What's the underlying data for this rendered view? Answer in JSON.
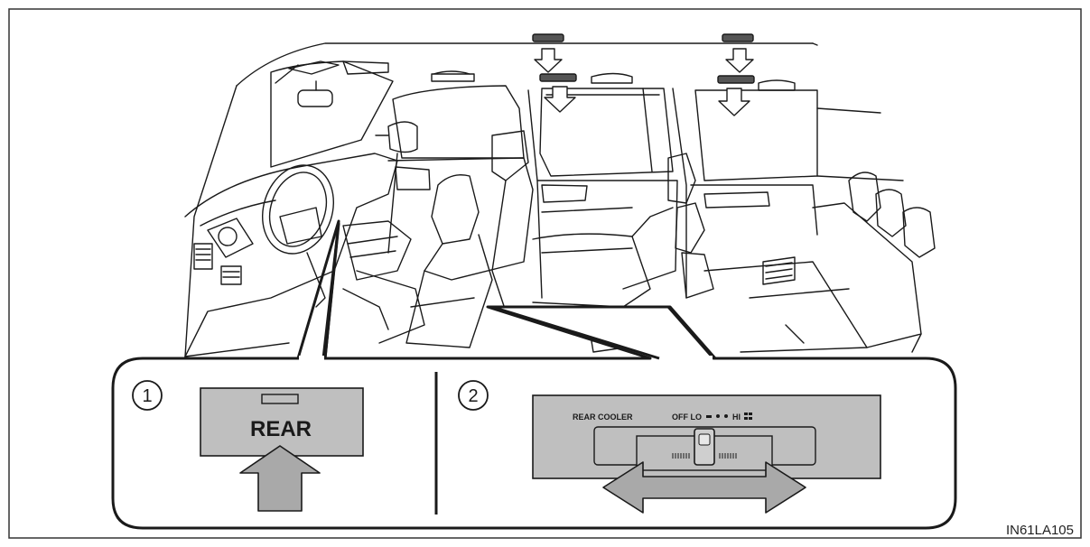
{
  "callout_1": {
    "number": "1",
    "button_label": "REAR"
  },
  "callout_2": {
    "number": "2",
    "panel_label": "REAR COOLER",
    "scale_label": "OFF LO",
    "scale_hi": "HI"
  },
  "figure_code": "IN61LA105",
  "colors": {
    "panel_fill": "#bfbfbf",
    "arrow_fill": "#a9a9a9",
    "line": "#1a1a1a"
  }
}
